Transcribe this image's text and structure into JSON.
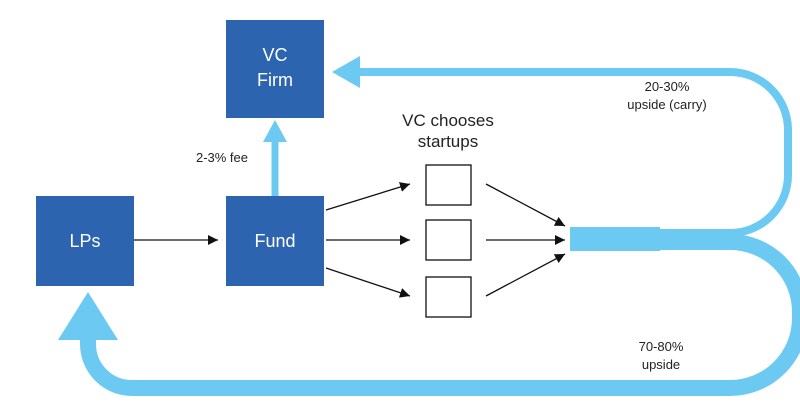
{
  "colors": {
    "box_fill": "#2d64b0",
    "flow_light_blue": "#6ccaf2",
    "arrow_black": "#111111"
  },
  "nodes": {
    "vc_firm": {
      "line1": "VC",
      "line2": "Firm"
    },
    "fund": {
      "label": "Fund"
    },
    "lps": {
      "label": "LPs"
    }
  },
  "labels": {
    "fee": "2-3% fee",
    "chooses_line1": "VC chooses",
    "chooses_line2": "startups",
    "carry_line1": "20-30%",
    "carry_line2": "upside (carry)",
    "lp_upside_line1": "70-80%",
    "lp_upside_line2": "upside"
  }
}
